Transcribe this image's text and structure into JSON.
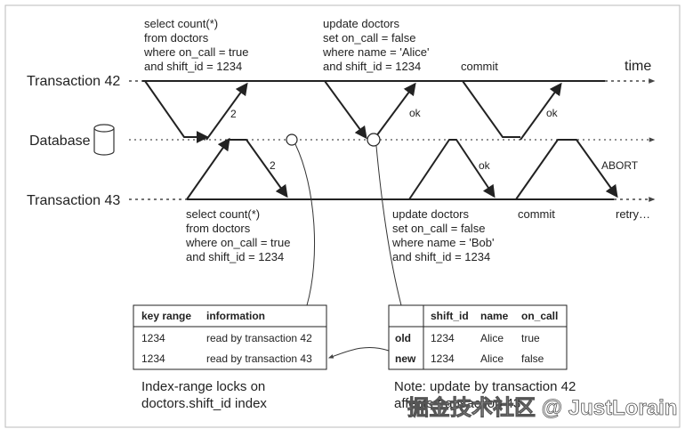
{
  "lanes": {
    "t42": "Transaction 42",
    "db": "Database",
    "t43": "Transaction 43",
    "time": "time"
  },
  "t42_query1": [
    "select count(*)",
    "from doctors",
    "where on_call = true",
    "and shift_id = 1234"
  ],
  "t42_query2": [
    "update doctors",
    "set on_call = false",
    "where name = 'Alice'",
    "and shift_id = 1234"
  ],
  "t43_query1": [
    "select count(*)",
    "from doctors",
    "where on_call = true",
    "and shift_id = 1234"
  ],
  "t43_query2": [
    "update doctors",
    "set on_call = false",
    "where name = 'Bob'",
    "and shift_id = 1234"
  ],
  "labels": {
    "commit42": "commit",
    "commit43": "commit",
    "retry": "retry…",
    "abort": "ABORT",
    "two_a": "2",
    "two_b": "2",
    "ok1": "ok",
    "ok2": "ok",
    "ok3": "ok"
  },
  "lock_table": {
    "headers": [
      "key range",
      "information"
    ],
    "rows": [
      [
        "1234",
        "read by transaction 42"
      ],
      [
        "1234",
        "read by transaction 43"
      ]
    ]
  },
  "row_table": {
    "headers": [
      "",
      "shift_id",
      "name",
      "on_call"
    ],
    "rows": [
      [
        "old",
        "1234",
        "Alice",
        "true"
      ],
      [
        "new",
        "1234",
        "Alice",
        "false"
      ]
    ]
  },
  "captions": {
    "left": [
      "Index-range locks on",
      "doctors.shift_id index"
    ],
    "right": [
      "Note: update by transaction 42",
      "affects transaction 43"
    ]
  },
  "watermark": "掘金技术社区 @ JustLorain"
}
